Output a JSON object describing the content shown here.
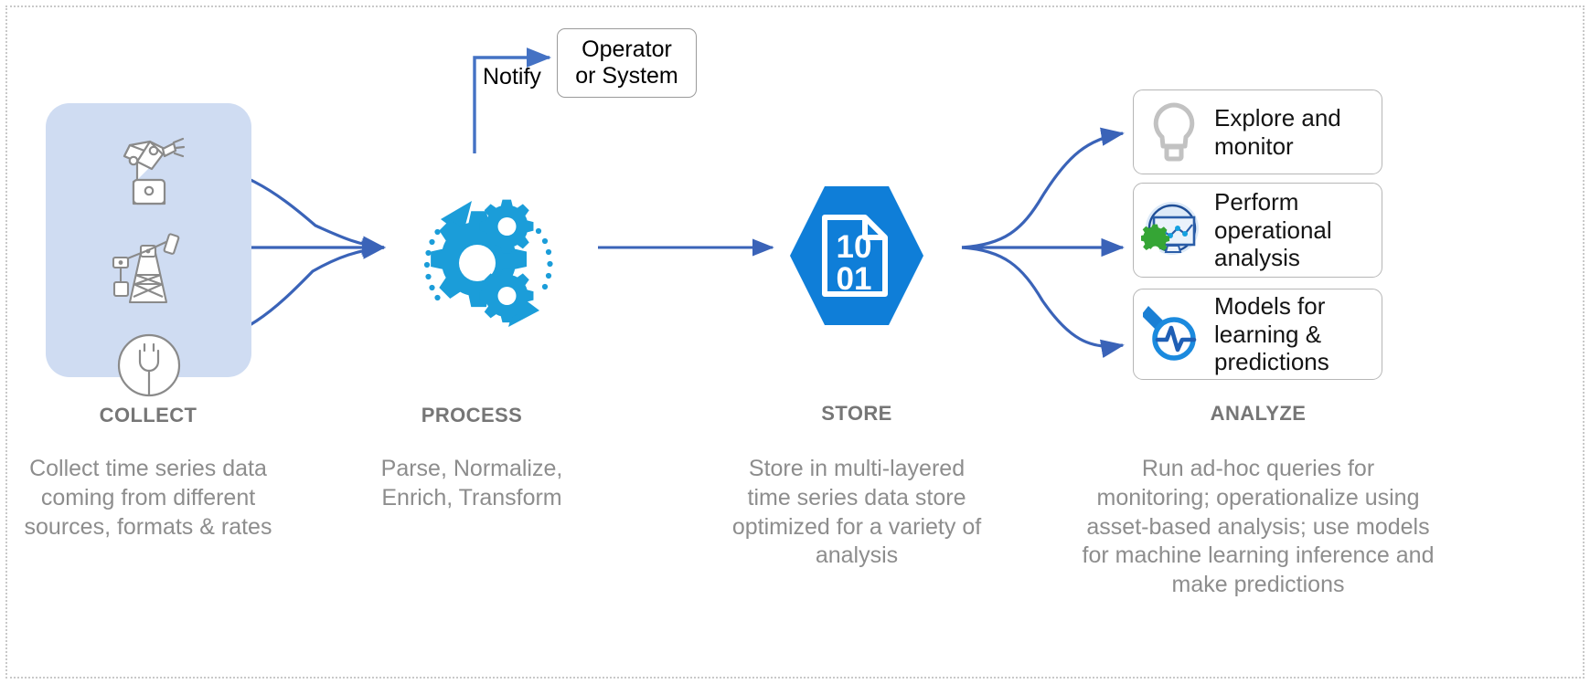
{
  "diagram": {
    "title_hidden": "",
    "colors": {
      "azure_blue": "#0f7ed8",
      "arrow_blue": "#3a63b8",
      "panel_blue": "#cfdcf2",
      "caption_gray": "#8d8d8d",
      "title_gray": "#767676",
      "icon_gray": "#9a9a9a",
      "gear_green": "#35a535"
    },
    "notify": {
      "label": "Notify",
      "target_line1": "Operator",
      "target_line2": "or System"
    },
    "collect": {
      "panel_icons": [
        {
          "name": "robot-arm-icon"
        },
        {
          "name": "oil-derrick-icon"
        },
        {
          "name": "power-plug-icon"
        }
      ]
    },
    "stages": [
      {
        "key": "collect",
        "title": "COLLECT",
        "desc_lines": [
          "Collect time series data",
          "coming from different",
          "sources, formats & rates"
        ],
        "icon": "data-sources-panel"
      },
      {
        "key": "process",
        "title": "PROCESS",
        "desc_lines": [
          "Parse, Normalize,",
          "Enrich, Transform"
        ],
        "icon": "gears-icon"
      },
      {
        "key": "store",
        "title": "STORE",
        "desc_lines": [
          "Store in multi-layered",
          "time series data store",
          "optimized for a variety of",
          "analysis"
        ],
        "icon": "binary-document-hexagon-icon",
        "binary_top": "10",
        "binary_bottom": "01"
      },
      {
        "key": "analyze",
        "title": "ANALYZE",
        "desc_lines": [
          "Run ad-hoc queries for",
          "monitoring; operationalize using",
          "asset-based analysis; use models",
          "for machine learning inference and",
          "make predictions"
        ],
        "icon": "analyze-cards"
      }
    ],
    "analyze_cards": [
      {
        "id": "explore",
        "icon": "lightbulb-icon",
        "label_lines": [
          "Explore and",
          "monitor"
        ]
      },
      {
        "id": "perform",
        "icon": "chart-monitor-gear-icon",
        "label_lines": [
          "Perform",
          "operational",
          "analysis"
        ]
      },
      {
        "id": "models",
        "icon": "magnifier-pulse-icon",
        "label_lines": [
          "Models for",
          "learning &",
          "predictions"
        ]
      }
    ]
  }
}
